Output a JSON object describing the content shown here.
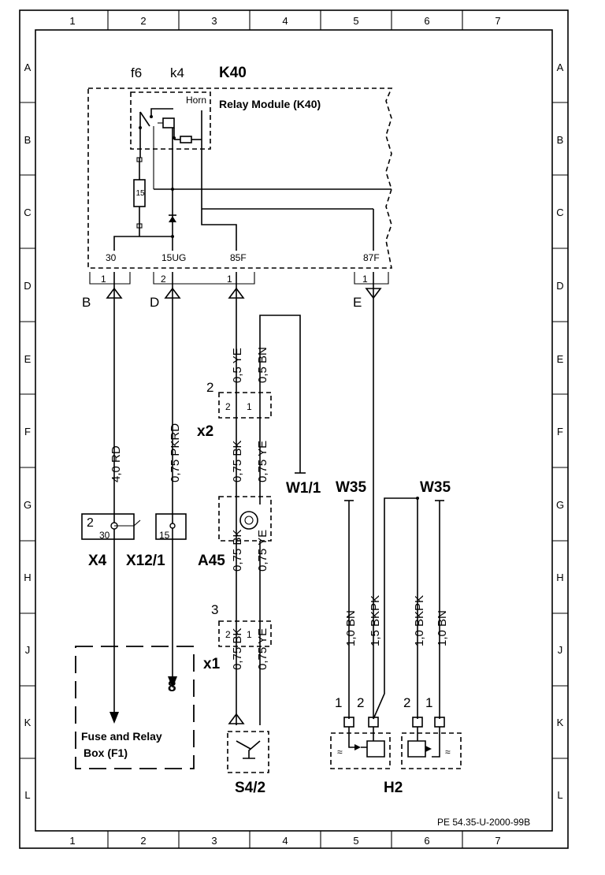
{
  "grid": {
    "columns": [
      "1",
      "2",
      "3",
      "4",
      "5",
      "6",
      "7"
    ],
    "rows": [
      "A",
      "B",
      "C",
      "D",
      "E",
      "F",
      "G",
      "H",
      "J",
      "K",
      "L"
    ]
  },
  "module": {
    "id": "K40",
    "name": "Relay Module (K40)",
    "fuse_tag": "f6",
    "relay_tag": "k4",
    "horn": "Horn",
    "fuse_value": "15",
    "terminals": [
      "30",
      "15UG",
      "85F",
      "87F"
    ]
  },
  "connector_pins": [
    "1",
    "2",
    "1",
    "1"
  ],
  "connector_letters": [
    "B",
    "D",
    "E"
  ],
  "wires": {
    "rd": "4,0 RD",
    "pkrd": "0,75 PKRD",
    "ye_top": "0,5 YE",
    "bn_top": "0,5 BN",
    "bk_f": "0,75 BK",
    "ye_f": "0,75 YE",
    "bk_h": "0,75 BK",
    "ye_h": "0,75 YE",
    "bk_k": "0,75 BK",
    "ye_k": "0,75 YE",
    "bn_l": "1,0 BN",
    "bkpk_l": "1,5 BKPK",
    "bkpk_r": "1,0 BKPK",
    "bn_r": "1,0 BN"
  },
  "connectors": {
    "x2_num": "2",
    "x2": "x2",
    "x2_pins": [
      "2",
      "1"
    ],
    "x1_num": "3",
    "x1": "x1",
    "x1_pins": [
      "2",
      "1"
    ]
  },
  "components": {
    "x4": "X4",
    "x4_pin": "2",
    "x4_term": "30",
    "x12": "X12/1",
    "x12_term": "15",
    "a45": "A45",
    "w1": "W1/1",
    "w35_left": "W35",
    "w35_right": "W35",
    "s42": "S4/2",
    "h2": "H2",
    "h2_pins_left": [
      "1",
      "2"
    ],
    "h2_pins_right": [
      "2",
      "1"
    ],
    "fuse_box_line1": "Fuse and Relay",
    "fuse_box_line2": "Box (F1)",
    "continuation": "8"
  },
  "ref_code": "PE 54.35-U-2000-99B"
}
